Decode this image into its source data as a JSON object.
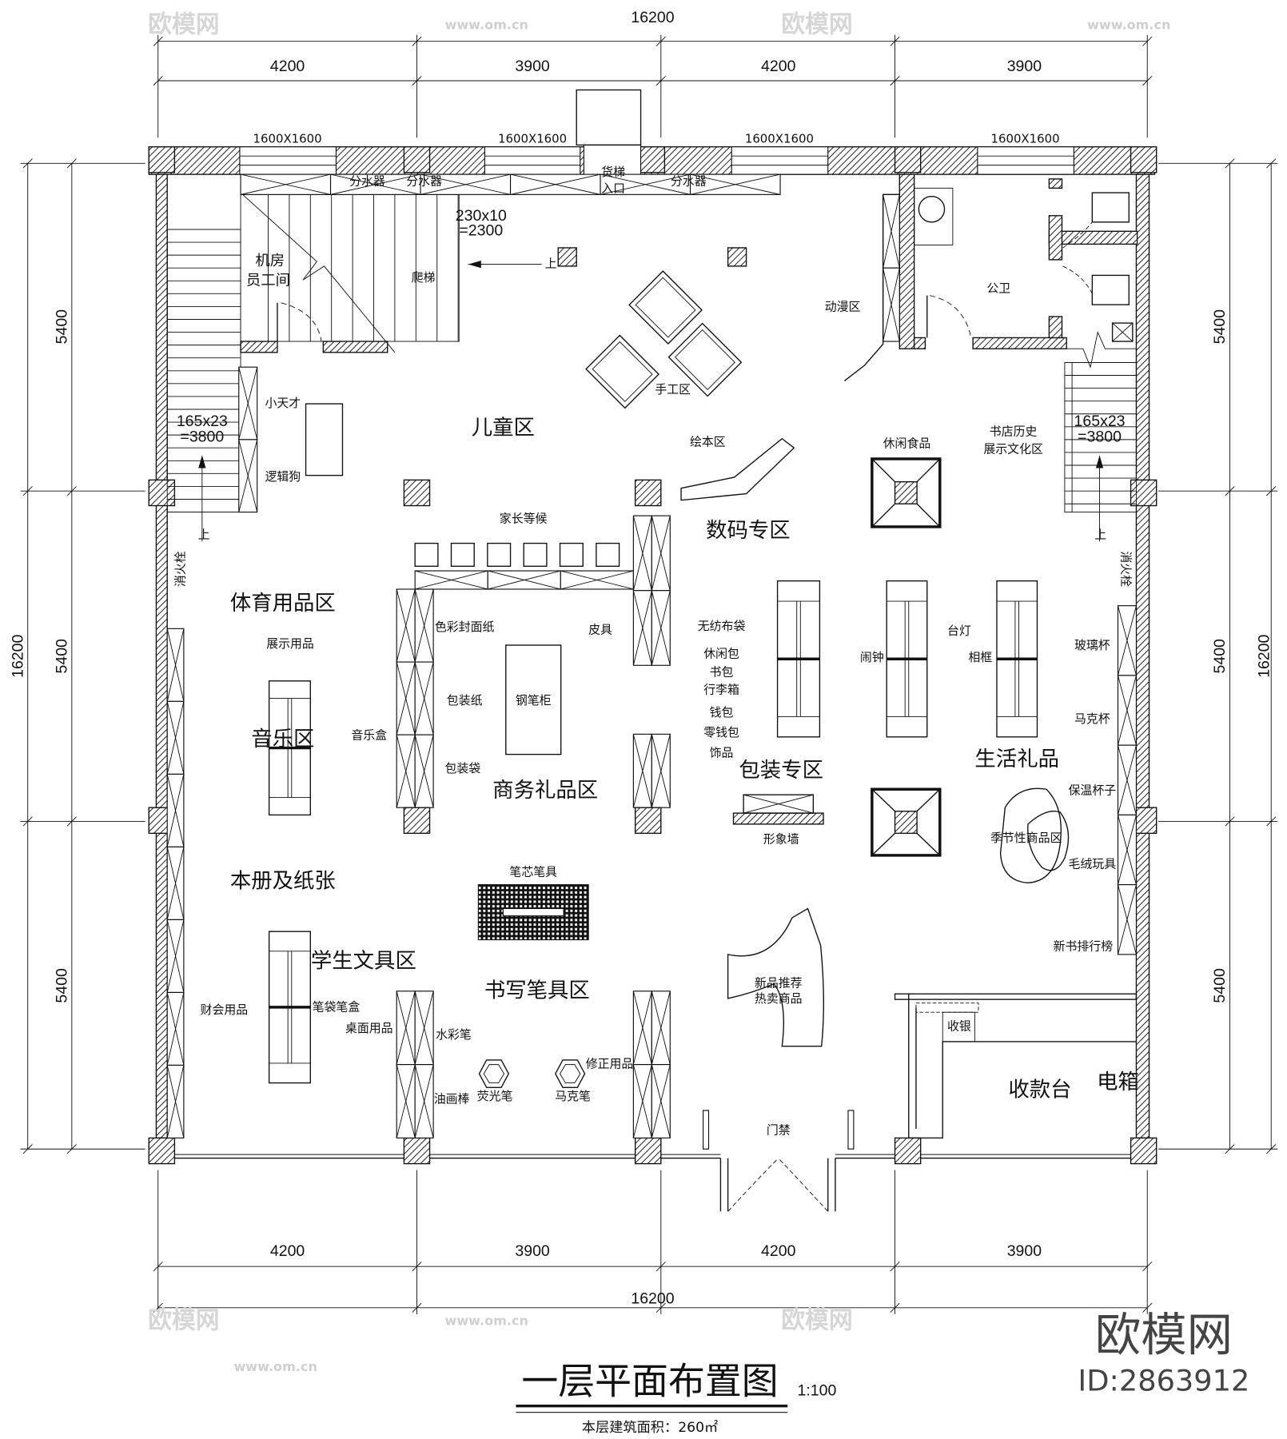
{
  "title": {
    "main": "一层平面布置图",
    "scale": "1:100",
    "area": "本层建筑面积：260㎡"
  },
  "watermark": {
    "logo": "欧模网",
    "id": "ID:2863912",
    "url": "www.om.cn"
  },
  "dimensions": {
    "top_total": "16200",
    "top": [
      "4200",
      "3900",
      "4200",
      "3900"
    ],
    "bottom_total": "16200",
    "bottom": [
      "4200",
      "3900",
      "4200",
      "3900"
    ],
    "left_total": "16200",
    "left": [
      "5400",
      "5400",
      "5400"
    ],
    "right_total": "16200",
    "right": [
      "5400",
      "5400",
      "5400"
    ]
  },
  "windows": [
    "1600X1600",
    "1600X1600",
    "1600X1600",
    "1600X1600"
  ],
  "fixtures": {
    "water_dist_1": "分水器",
    "water_dist_2": "分水器",
    "water_dist_3": "分水器",
    "freight_elevator": [
      "货梯",
      "入口"
    ],
    "ladder_spec": [
      "230x10",
      "=2300"
    ],
    "ladder": "爬梯",
    "up": "上",
    "stair_spec": [
      "165x23",
      "=3800"
    ],
    "hydrant": "消火栓",
    "entrance_gate": "门禁",
    "image_wall": "形象墙",
    "cashier": "收银",
    "electric_box": "电箱"
  },
  "zones": {
    "machine_room": [
      "机房",
      "员工间"
    ],
    "handcraft": "手工区",
    "anime": "动漫区",
    "restroom": "公卫",
    "children": "儿童区",
    "picture_books": "绘本区",
    "snacks": "休闲食品",
    "history": [
      "书店历史",
      "展示文化区"
    ],
    "parents_waiting": "家长等候",
    "digital": "数码专区",
    "sports": "体育用品区",
    "display_goods": "展示用品",
    "music": "音乐区",
    "music_box": "音乐盒",
    "business_gifts": "商务礼品区",
    "packaging": "包装专区",
    "life_gifts": "生活礼品",
    "seasonal": "季节性商品区",
    "notebooks": "本册及纸张",
    "student_stationery": "学生文具区",
    "writing_tools": "书写笔具区",
    "new_books": [
      "新品推荐",
      "热卖商品"
    ],
    "checkout": "收款台"
  },
  "items": {
    "xiaotiancai": "小天才",
    "luojigou": "逻辑狗",
    "color_cover_paper": "色彩封面纸",
    "leather": "皮具",
    "wrapping_paper": "包装纸",
    "pen_cabinet": "钢笔柜",
    "gift_bags": "包装袋",
    "nonwoven_bags": "无纺布袋",
    "bags": [
      "休闲包",
      "书包",
      "行李箱",
      "钱包",
      "零钱包",
      "饰品"
    ],
    "desk_lamp": "台灯",
    "photo_frame": "相框",
    "alarm_clock": "闹钟",
    "glass_cup": "玻璃杯",
    "mug": "马克杯",
    "thermos": "保温杯子",
    "plush_toys": "毛绒玩具",
    "bestsellers": "新书排行榜",
    "refills": "笔芯笔具",
    "accounting": "财会用品",
    "pencil_cases": "笔袋笔盒",
    "desk_supplies": "桌面用品",
    "watercolor_pens": "水彩笔",
    "correction": "修正用品",
    "oil_pastels": "油画棒",
    "highlighters": "荧光笔",
    "markers": "马克笔"
  }
}
